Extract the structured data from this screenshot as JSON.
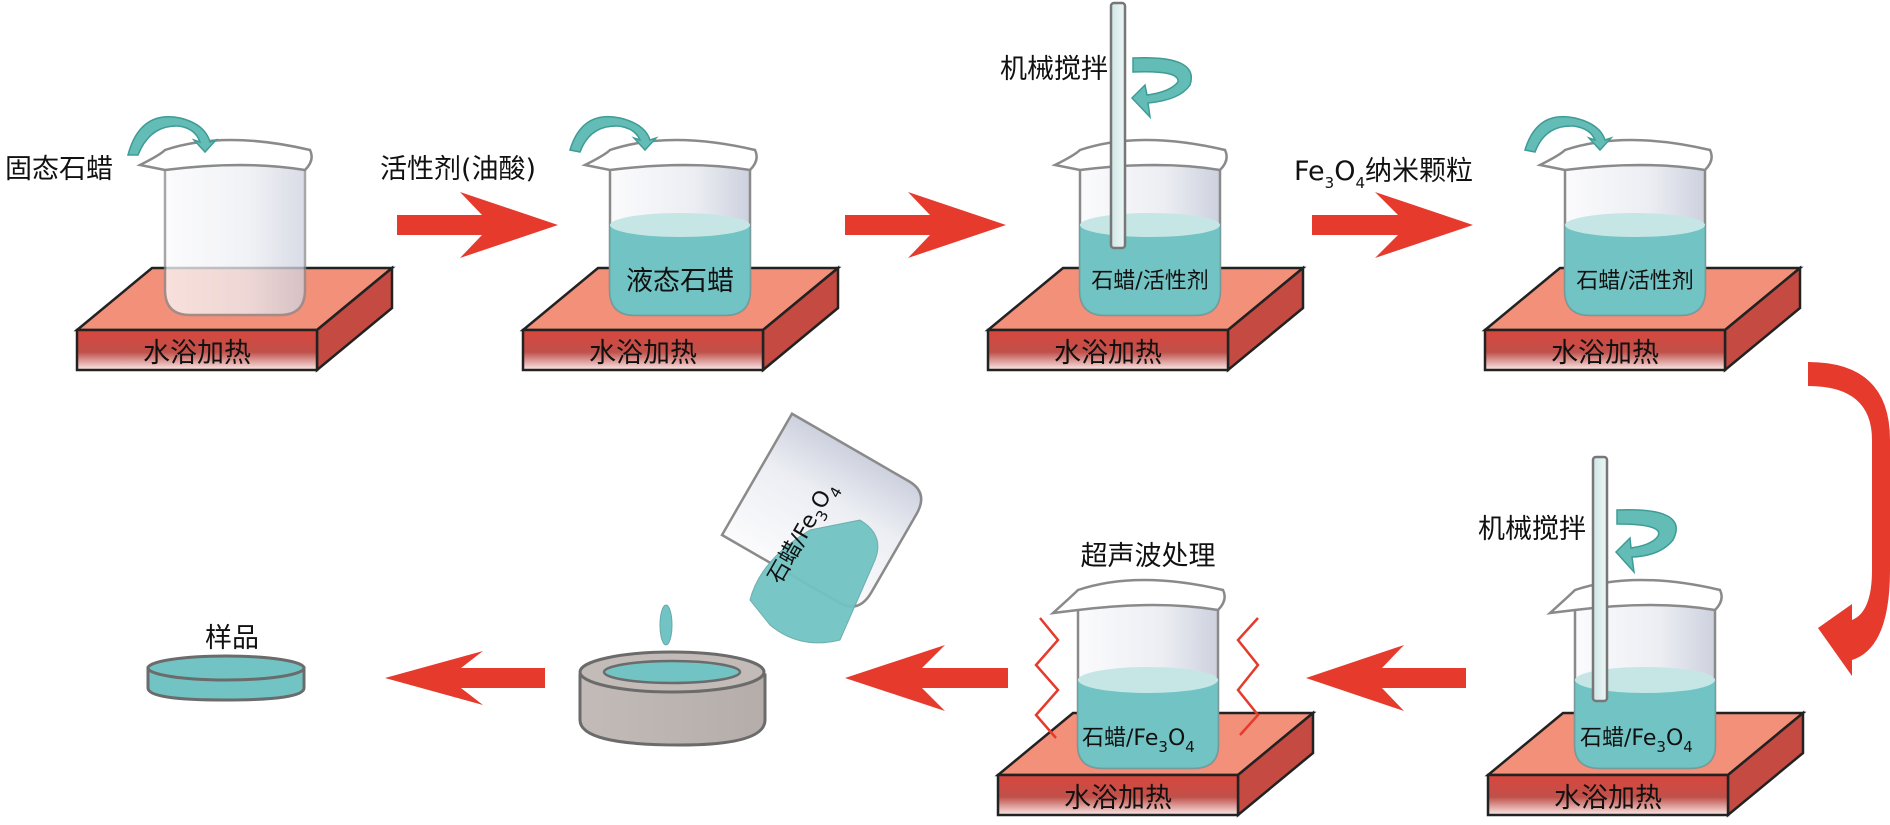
{
  "title": "石蜡/Fe3O4 复合材料制备流程示意图",
  "colors": {
    "arrow": "#e53a2c",
    "liquid": "#72c3c3",
    "plate": "#f2907a",
    "plate_front": "#c44a42"
  },
  "steps": [
    {
      "id": 1,
      "top_label": "固态石蜡",
      "beaker_label": "",
      "plate_label": "水浴加热"
    },
    {
      "id": 2,
      "top_label": "活性剂(油酸)",
      "beaker_label": "液态石蜡",
      "plate_label": "水浴加热"
    },
    {
      "id": 3,
      "top_label": "机械搅拌",
      "beaker_label": "石蜡/活性剂",
      "plate_label": "水浴加热"
    },
    {
      "id": 4,
      "top_label_prefix": "Fe",
      "top_label_sub1": "3",
      "top_label_mid": "O",
      "top_label_sub2": "4",
      "top_label_suffix": "纳米颗粒",
      "beaker_label": "石蜡/活性剂",
      "plate_label": "水浴加热"
    },
    {
      "id": 5,
      "top_label": "机械搅拌",
      "beaker_label_prefix": "石蜡/Fe",
      "beaker_label_sub1": "3",
      "beaker_label_mid": "O",
      "beaker_label_sub2": "4",
      "plate_label": "水浴加热"
    },
    {
      "id": 6,
      "top_label": "超声波处理",
      "beaker_label_prefix": "石蜡/Fe",
      "beaker_label_sub1": "3",
      "beaker_label_mid": "O",
      "beaker_label_sub2": "4",
      "plate_label": "水浴加热"
    },
    {
      "id": 7,
      "beaker_label_prefix": "石蜡/Fe",
      "beaker_label_sub1": "3",
      "beaker_label_mid": "O",
      "beaker_label_sub2": "4"
    },
    {
      "id": 8,
      "top_label": "样品"
    }
  ]
}
